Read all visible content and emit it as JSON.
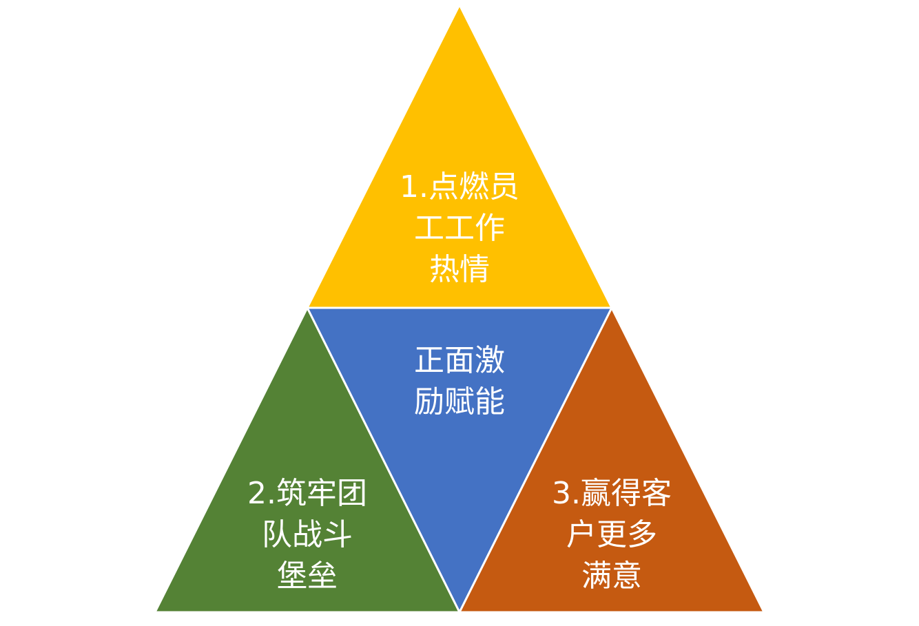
{
  "diagram": {
    "segments": [
      {
        "id": "top",
        "color": "#FFC000",
        "lines": [
          "1.点燃员",
          "工工作",
          "热情"
        ]
      },
      {
        "id": "center",
        "color": "#4472C4",
        "lines": [
          "正面激",
          "励赋能"
        ]
      },
      {
        "id": "bottom-left",
        "color": "#548235",
        "lines": [
          "2.筑牢团",
          "队战斗",
          "堡垒"
        ]
      },
      {
        "id": "bottom-right",
        "color": "#C55A11",
        "lines": [
          "3.赢得客",
          "户更多",
          "满意"
        ]
      }
    ]
  }
}
